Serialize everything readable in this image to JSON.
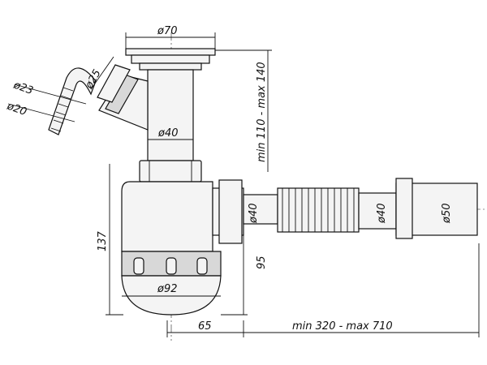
{
  "dimensions": {
    "inlet_diameter": "ø70",
    "hose_outer": "ø23",
    "hose_inner": "ø20",
    "side_inlet": "ø25",
    "pipe_diameter": "ø40",
    "tube_height": "min 110 - max 140",
    "bowl_height": "137",
    "outlet_height": "95",
    "bowl_diameter": "ø92",
    "outlet_diameter_1": "ø40",
    "outlet_diameter_2": "ø40",
    "outlet_end": "ø50",
    "offset": "65",
    "length": "min 320 - max 710"
  },
  "colors": {
    "line": "#111111",
    "fill": "#f4f4f4",
    "shade": "#d8d8d8"
  }
}
